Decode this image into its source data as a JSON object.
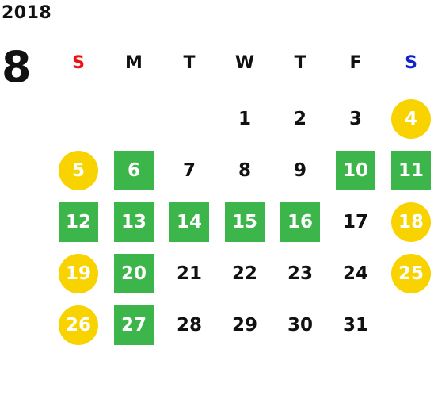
{
  "calendar": {
    "year": "2018",
    "month": "8",
    "weekdays": [
      {
        "label": "S",
        "color": "#ee1111"
      },
      {
        "label": "M",
        "color": "#111111"
      },
      {
        "label": "T",
        "color": "#111111"
      },
      {
        "label": "W",
        "color": "#111111"
      },
      {
        "label": "T",
        "color": "#111111"
      },
      {
        "label": "F",
        "color": "#111111"
      },
      {
        "label": "S",
        "color": "#1122cc"
      }
    ],
    "colors": {
      "green_day": "#3cb54a",
      "yellow_day": "#f8d300"
    },
    "weeks": [
      [
        {
          "day": ""
        },
        {
          "day": ""
        },
        {
          "day": ""
        },
        {
          "day": "1"
        },
        {
          "day": "2"
        },
        {
          "day": "3"
        },
        {
          "day": "4",
          "style": "yellow"
        }
      ],
      [
        {
          "day": "5",
          "style": "yellow"
        },
        {
          "day": "6",
          "style": "green"
        },
        {
          "day": "7"
        },
        {
          "day": "8"
        },
        {
          "day": "9"
        },
        {
          "day": "10",
          "style": "green"
        },
        {
          "day": "11",
          "style": "green"
        }
      ],
      [
        {
          "day": "12",
          "style": "green"
        },
        {
          "day": "13",
          "style": "green"
        },
        {
          "day": "14",
          "style": "green"
        },
        {
          "day": "15",
          "style": "green"
        },
        {
          "day": "16",
          "style": "green"
        },
        {
          "day": "17"
        },
        {
          "day": "18",
          "style": "yellow"
        }
      ],
      [
        {
          "day": "19",
          "style": "yellow"
        },
        {
          "day": "20",
          "style": "green"
        },
        {
          "day": "21"
        },
        {
          "day": "22"
        },
        {
          "day": "23"
        },
        {
          "day": "24"
        },
        {
          "day": "25",
          "style": "yellow"
        }
      ],
      [
        {
          "day": "26",
          "style": "yellow"
        },
        {
          "day": "27",
          "style": "green"
        },
        {
          "day": "28"
        },
        {
          "day": "29"
        },
        {
          "day": "30"
        },
        {
          "day": "31"
        },
        {
          "day": ""
        }
      ]
    ]
  }
}
